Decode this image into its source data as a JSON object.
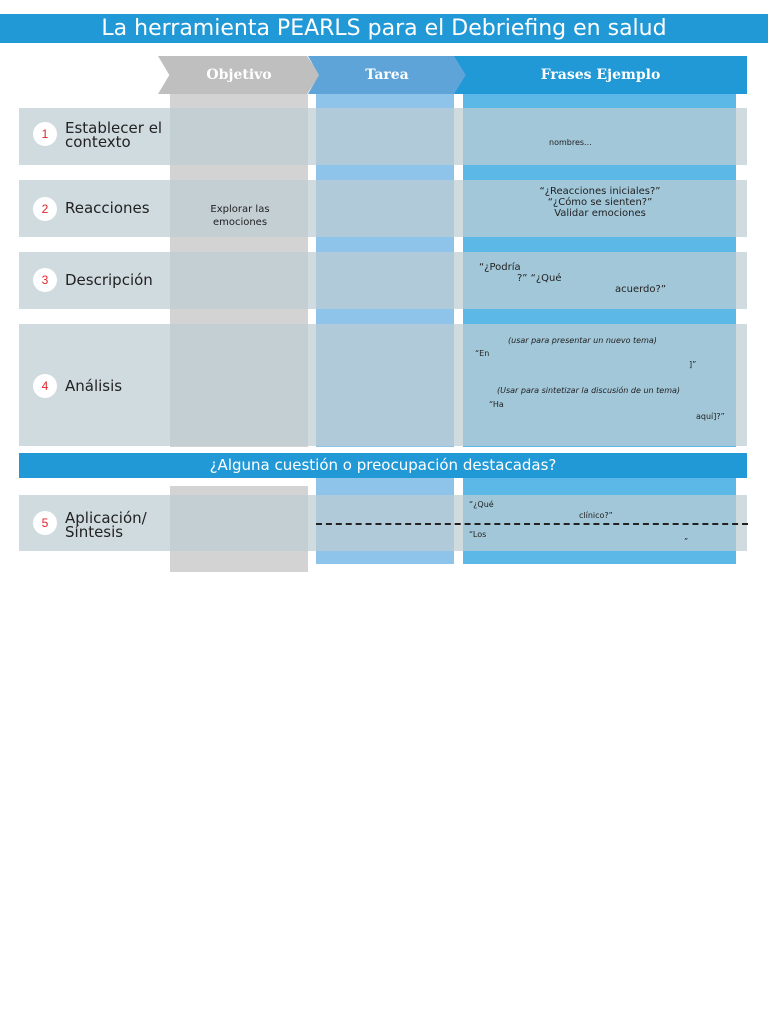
{
  "title": "La herramienta PEARLS para el Debriefing en salud",
  "headers": {
    "objetivo": "Objetivo",
    "tarea": "Tarea",
    "frases": "Frases Ejemplo"
  },
  "rows": [
    {
      "number": "1",
      "label": "Establecer el contexto",
      "frases_text": "nombres..."
    },
    {
      "number": "2",
      "label": "Reacciones",
      "objetivo_text": "Explorar las emociones",
      "frases_lines": [
        "“¿Reacciones iniciales?”",
        "“¿Cómo se sienten?”",
        "Validar emociones"
      ]
    },
    {
      "number": "3",
      "label": "Descripción",
      "frases_fragments": [
        "“¿Podría",
        "?” “¿Qué",
        "acuerdo?”"
      ]
    },
    {
      "number": "4",
      "label": "Análisis",
      "frases_notes": [
        "(usar para presentar un nuevo tema)",
        "(Usar para sintetizar la discusión de un tema)"
      ],
      "frases_fragments": [
        "“En",
        "]”",
        "“Ha",
        "aquí]?”"
      ]
    },
    {
      "number": "5",
      "label": "Aplicación/ Síntesis",
      "frases_fragments": [
        "“¿Qué",
        "clínico?”",
        "“Los",
        "”"
      ]
    }
  ],
  "question_bar": "¿Alguna cuestión o preocupación destacadas?",
  "colors": {
    "primary": "#2199d6",
    "header_gray": "#bfbfbf",
    "badge_number": "#e0242b"
  }
}
